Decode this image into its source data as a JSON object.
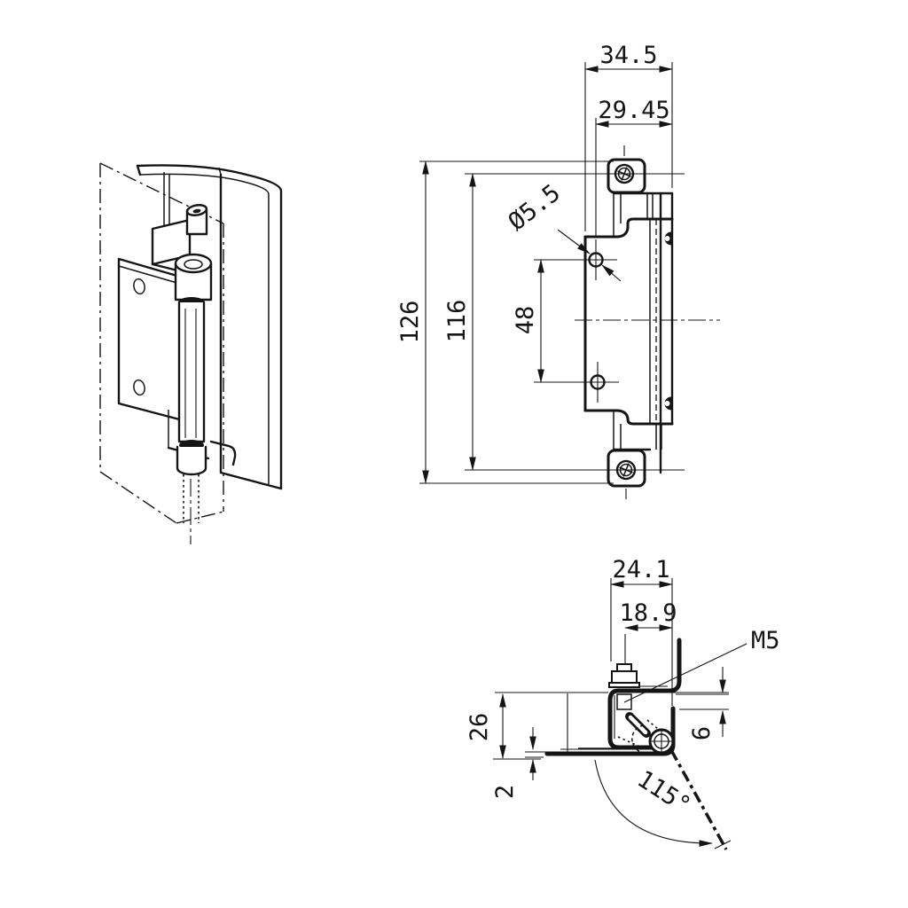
{
  "colors": {
    "line": "#151515",
    "background": "#ffffff"
  },
  "views": {
    "front": {
      "dims": {
        "overall_width": "34.5",
        "hole_to_edge": "29.45",
        "overall_height": "126",
        "screw_spacing": "116",
        "hole_spacing": "48",
        "hole_diameter": "Ø5.5"
      }
    },
    "bottom": {
      "dims": {
        "overall_depth": "24.1",
        "inner_depth": "18.9",
        "thread_size": "M5",
        "overall_height": "26",
        "sheet_thickness": "2",
        "edge_offset": "6",
        "opening_angle": "115°"
      }
    }
  }
}
